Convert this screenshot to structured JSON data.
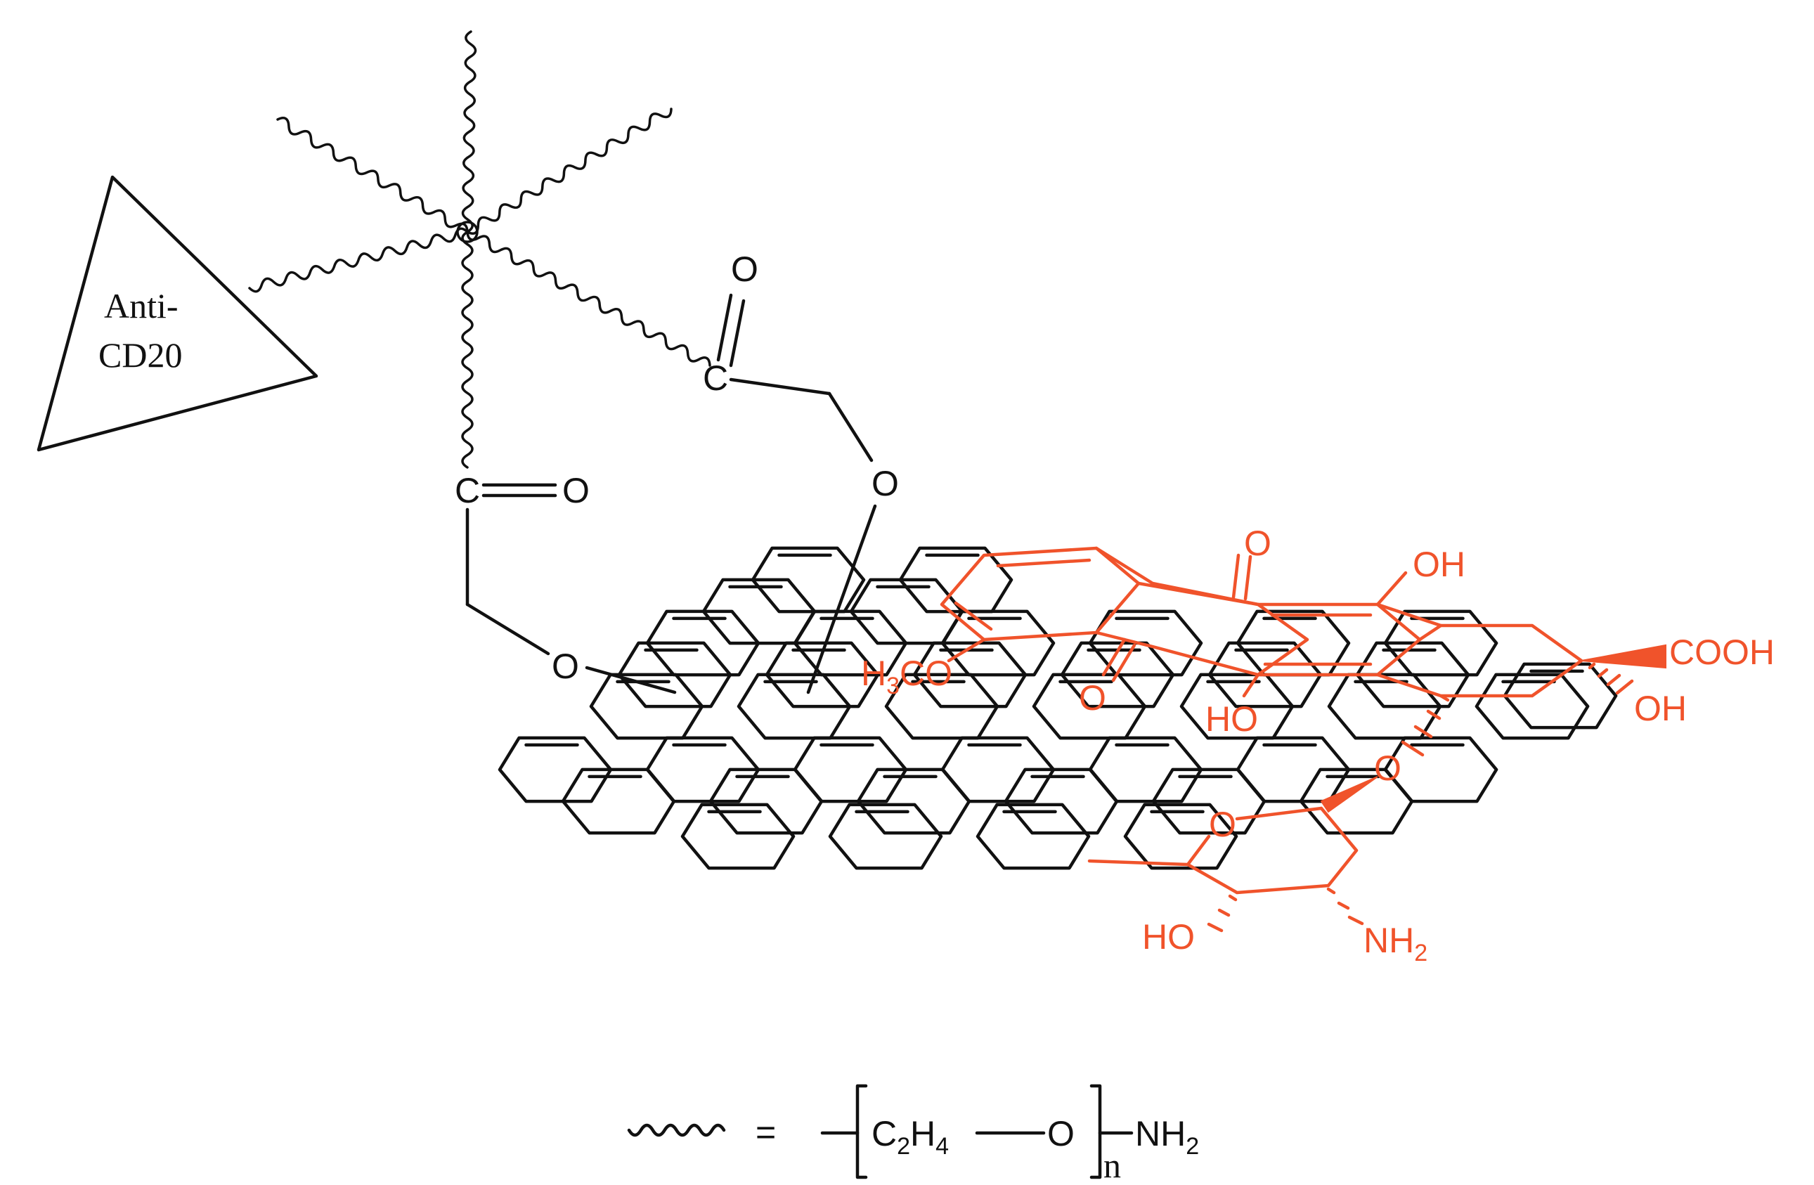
{
  "antibody": {
    "line1": "Anti-",
    "line2": "CD20"
  },
  "linker": {
    "carbon": "C",
    "oxygen": "O"
  },
  "drug_labels": {
    "ketone_o": "O",
    "oh_top": "OH",
    "methoxy_prefix": "H",
    "methoxy_sub": "3",
    "methoxy_suffix": "CO",
    "ketone_o2": "O",
    "ho_mid": "HO",
    "cooh": "COOH",
    "oh_right": "OH",
    "ring_o1": "O",
    "ring_o2": "O",
    "ho_bottom": "HO",
    "amine": "NH",
    "amine_sub": "2"
  },
  "legend": {
    "equals": "=",
    "c": "C",
    "c_sub": "2",
    "h": "H",
    "h_sub": "4",
    "o": "O",
    "n": "n",
    "nh": "NH",
    "nh_sub": "2"
  },
  "colors": {
    "structure": "#111111",
    "drug": "#f0532b"
  }
}
